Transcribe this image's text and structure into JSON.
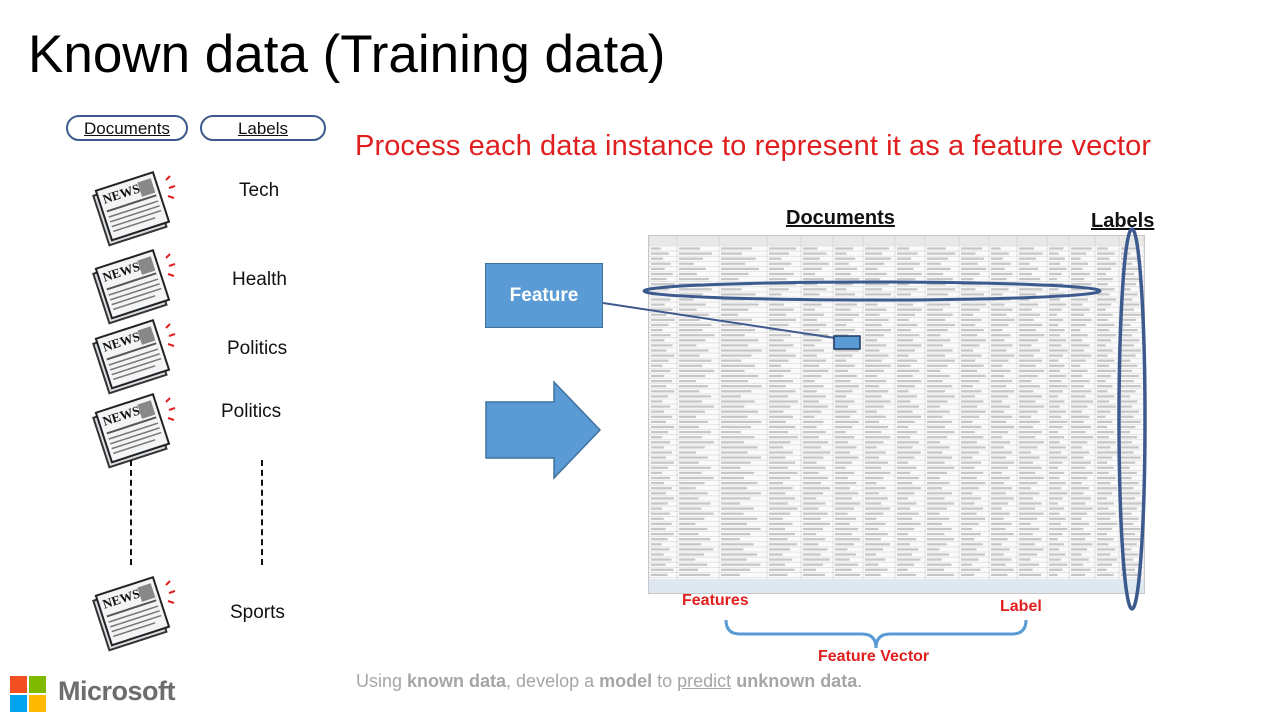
{
  "slide": {
    "title": "Known data (Training data)",
    "headline": "Process each data instance to represent it as a feature vector",
    "caption": {
      "p1": "Using ",
      "b1": "known data",
      "p2": ", develop a ",
      "b2": "model",
      "p3": " to ",
      "u1": "predict",
      "p4": " ",
      "b3": "unknown data",
      "p5": "."
    }
  },
  "left_panel": {
    "documents_header": "Documents",
    "labels_header": "Labels",
    "items": [
      {
        "icon": "newspaper-icon",
        "label": "Tech"
      },
      {
        "icon": "newspaper-icon",
        "label": "Health"
      },
      {
        "icon": "newspaper-icon",
        "label": "Politics"
      },
      {
        "icon": "newspaper-icon",
        "label": "Politics"
      },
      {
        "icon": "newspaper-icon",
        "label": "Sports"
      }
    ],
    "news_text": "NEWS"
  },
  "right_panel": {
    "documents_header": "Documents",
    "labels_header": "Labels",
    "feature_box": "Feature",
    "features_label": "Features",
    "label_label": "Label",
    "feature_vector_label": "Feature Vector"
  },
  "footer": {
    "brand": "Microsoft"
  },
  "colors": {
    "accent_red": "#e02020",
    "feature_blue": "#5b9bd5",
    "outline_blue": "#3d5a8f",
    "caption_gray": "#a6a6a6",
    "ms_red": "#f25022",
    "ms_green": "#7fba00",
    "ms_blue": "#00a4ef",
    "ms_yellow": "#ffb900"
  }
}
